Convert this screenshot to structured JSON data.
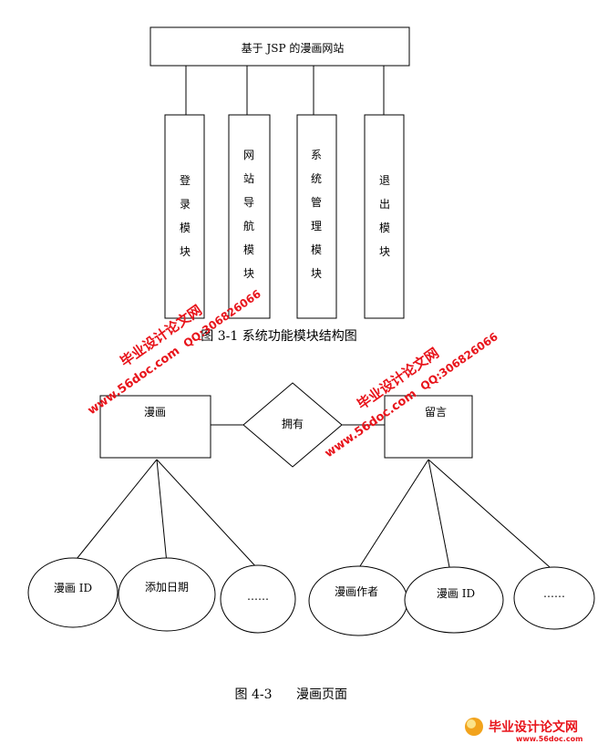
{
  "diagram1": {
    "root": "基于 JSP 的漫画网站",
    "modules": [
      [
        "登",
        "录",
        "模",
        "块"
      ],
      [
        "网",
        "站",
        "导",
        "航",
        "模",
        "块"
      ],
      [
        "系",
        "统",
        "管",
        "理",
        "模",
        "块"
      ],
      [
        "退",
        "出",
        "模",
        "块"
      ]
    ],
    "caption": "图 3-1  系统功能模块结构图"
  },
  "diagram2": {
    "entity_left": "漫画",
    "relationship": "拥有",
    "entity_right": "留言",
    "attributes_left": [
      "漫画 ID",
      "添加日期",
      "……"
    ],
    "attributes_right": [
      "漫画作者",
      "漫画 ID",
      "……"
    ],
    "caption_label": "图 4-3",
    "caption_title": "漫画页面"
  },
  "watermarks": {
    "site_name": "毕业设计论文网",
    "url": "www.56doc.com",
    "qq": "QQ:306826066",
    "footer_logo": "毕业设计论文网",
    "footer_url": "www.56doc.com"
  },
  "colors": {
    "watermark_red": "#e8141b",
    "line": "#000000"
  }
}
